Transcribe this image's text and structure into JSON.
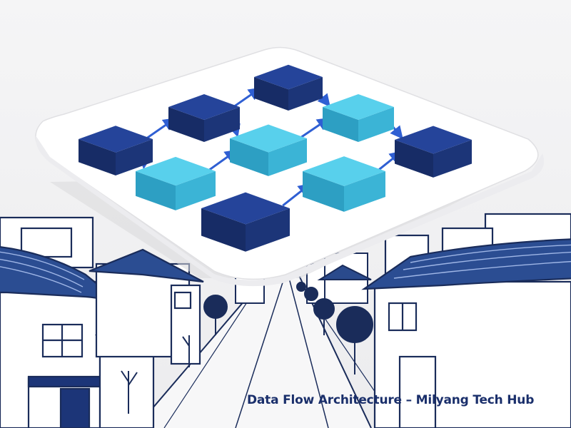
{
  "caption": "Data Flow Architecture – Milyang Tech Hub",
  "colors": {
    "background": "#f2f2f3",
    "navy_block": "#1c3578",
    "cyan_block": "#41c2e0",
    "arrow": "#2f5fd3",
    "line_art": "#1a2c5a"
  },
  "diagram": {
    "blocks": [
      {
        "id": "b1",
        "tone": "dark"
      },
      {
        "id": "b2",
        "tone": "dark"
      },
      {
        "id": "b3",
        "tone": "dark"
      },
      {
        "id": "b4",
        "tone": "light"
      },
      {
        "id": "b5",
        "tone": "light"
      },
      {
        "id": "b6",
        "tone": "light"
      },
      {
        "id": "b7",
        "tone": "dark"
      },
      {
        "id": "b8",
        "tone": "light"
      },
      {
        "id": "b9",
        "tone": "dark"
      }
    ],
    "connections": [
      {
        "from": "b1",
        "to": "b2"
      },
      {
        "from": "b2",
        "to": "b3"
      },
      {
        "from": "b1",
        "to": "b4"
      },
      {
        "from": "b4",
        "to": "b5"
      },
      {
        "from": "b2",
        "to": "b5"
      },
      {
        "from": "b3",
        "to": "b6"
      },
      {
        "from": "b5",
        "to": "b6"
      },
      {
        "from": "b6",
        "to": "b9"
      },
      {
        "from": "b7",
        "to": "b8"
      },
      {
        "from": "b8",
        "to": "b9"
      }
    ]
  }
}
